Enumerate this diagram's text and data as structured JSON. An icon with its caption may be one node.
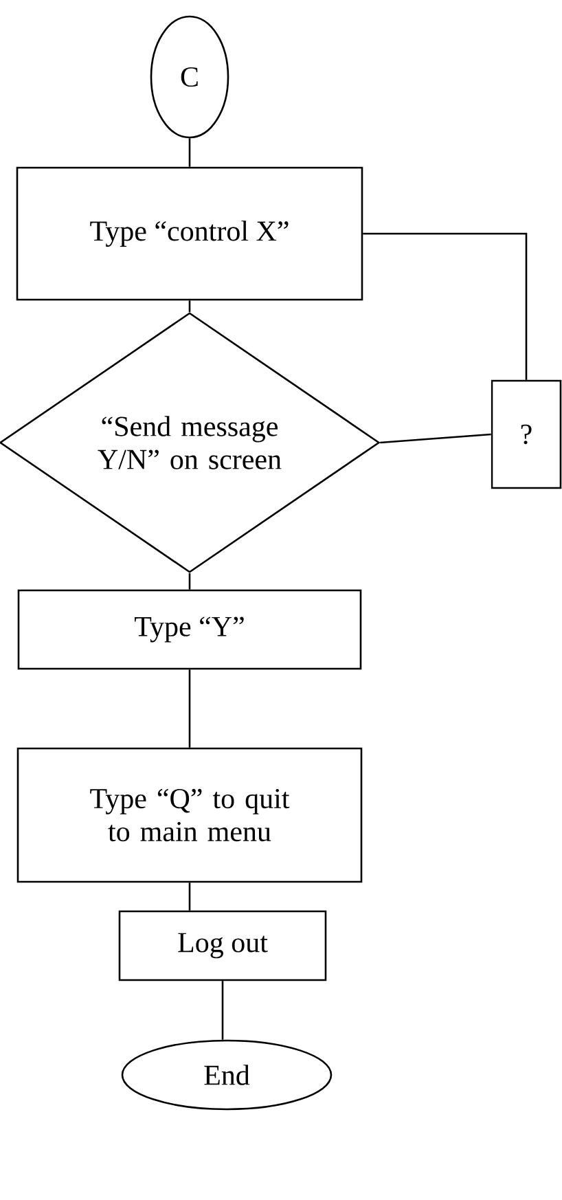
{
  "diagram": {
    "nodes": [
      {
        "text": [
          "C"
        ]
      },
      {
        "text": [
          "Type “control X”"
        ]
      },
      {
        "text": [
          "“Send message Y/N” on screen"
        ]
      },
      {
        "text": [
          "?"
        ]
      },
      {
        "text": [
          "Type “Y”"
        ]
      },
      {
        "text": [
          "Type “Q” to quit to main menu"
        ]
      },
      {
        "text": [
          "Log out"
        ]
      },
      {
        "text": [
          "End"
        ]
      }
    ],
    "edges": [
      {
        "from": 0,
        "to": 1,
        "arrow": "none"
      },
      {
        "from": 1,
        "to": 2,
        "arrow": "none"
      },
      {
        "from": 1,
        "to": 3,
        "arrow": "none"
      },
      {
        "from": 2,
        "to": 3,
        "arrow": "none"
      },
      {
        "from": 2,
        "to": 4,
        "arrow": "none"
      },
      {
        "from": 4,
        "to": 5,
        "arrow": "none"
      },
      {
        "from": 5,
        "to": 6,
        "arrow": "none"
      },
      {
        "from": 6,
        "to": 7,
        "arrow": "none"
      }
    ]
  }
}
